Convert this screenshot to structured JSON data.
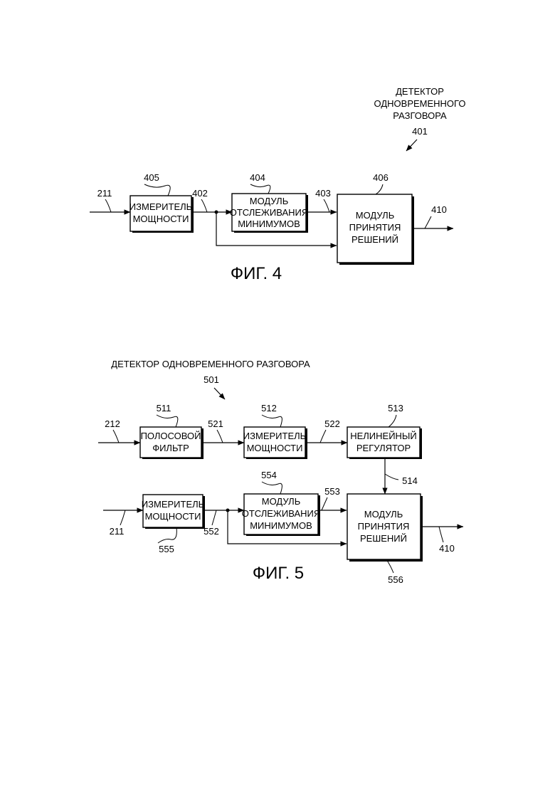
{
  "fig4": {
    "caption": "ФИГ. 4",
    "detector": {
      "title_lines": [
        "ДЕТЕКТОР",
        "ОДНОВРЕМЕННОГО",
        "РАЗГОВОРА"
      ],
      "ref": "401"
    },
    "blocks": {
      "power_meter": {
        "ref": "405",
        "lines": [
          "ИЗМЕРИТЕЛЬ",
          "МОЩНОСТИ"
        ]
      },
      "min_tracker": {
        "ref": "404",
        "lines": [
          "МОДУЛЬ",
          "ОТСЛЕЖИВАНИЯ",
          "МИНИМУМОВ"
        ]
      },
      "decision": {
        "ref": "406",
        "lines": [
          "МОДУЛЬ",
          "ПРИНЯТИЯ",
          "РЕШЕНИЙ"
        ]
      }
    },
    "signals": {
      "input": "211",
      "power": "402",
      "min": "403",
      "output": "410"
    }
  },
  "fig5": {
    "caption": "ФИГ. 5",
    "detector": {
      "title": "ДЕТЕКТОР ОДНОВРЕМЕННОГО РАЗГОВОРА",
      "ref": "501"
    },
    "blocks": {
      "bandpass": {
        "ref": "511",
        "lines": [
          "ПОЛОСОВОЙ",
          "ФИЛЬТР"
        ]
      },
      "power_meter_top": {
        "ref": "512",
        "lines": [
          "ИЗМЕРИТЕЛЬ",
          "МОЩНОСТИ"
        ]
      },
      "nonlinear": {
        "ref": "513",
        "lines": [
          "НЕЛИНЕЙНЫЙ",
          "РЕГУЛЯТОР"
        ]
      },
      "min_tracker": {
        "ref": "554",
        "lines": [
          "МОДУЛЬ",
          "ОТСЛЕЖИВАНИЯ",
          "МИНИМУМОВ"
        ]
      },
      "power_meter_bottom": {
        "ref": "555",
        "lines": [
          "ИЗМЕРИТЕЛЬ",
          "МОЩНОСТИ"
        ]
      },
      "decision": {
        "ref": "556",
        "lines": [
          "МОДУЛЬ",
          "ПРИНЯТИЯ",
          "РЕШЕНИЙ"
        ]
      }
    },
    "signals": {
      "input_top": "212",
      "filtered": "521",
      "power_top": "522",
      "reg_out": "514",
      "input_bottom": "211",
      "power_bottom": "552",
      "min": "553",
      "output": "410"
    }
  }
}
